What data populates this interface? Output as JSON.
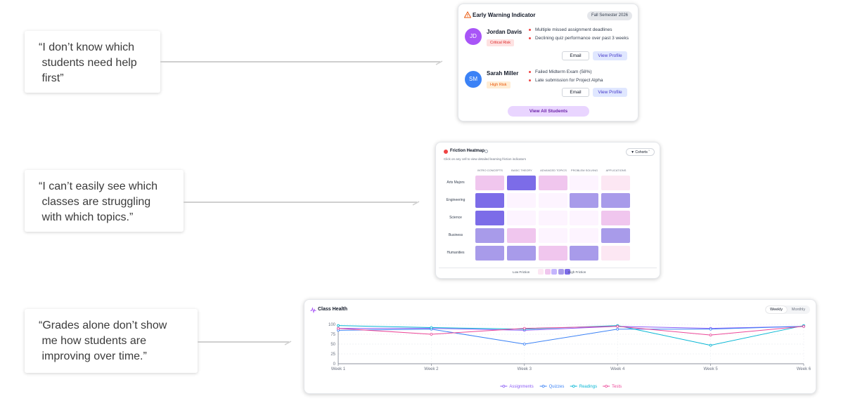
{
  "quotes": {
    "q1": "“I don’t know which\n students need help\n first”",
    "q2": "“I can’t easily see which\n classes are struggling\n with which topics.”",
    "q3": "“Grades alone don’t show\n me how students are\n improving over time.”"
  },
  "early_warning": {
    "title": "Early Warning Indicator",
    "semester": "Fall Semester 2026",
    "warning_icon": "warning-triangle-icon",
    "students": [
      {
        "initials": "JD",
        "name": "Jordan Davis",
        "risk": "Critical Risk",
        "avatar_color": "#a855f7",
        "risk_bg": "#fee2e2",
        "risk_color": "#dc2626",
        "issues": [
          "Multiple missed assignment deadlines",
          "Declining quiz performance over past 3 weeks"
        ],
        "email_label": "Email",
        "profile_label": "View Profile"
      },
      {
        "initials": "SM",
        "name": "Sarah Miller",
        "risk": "High Risk",
        "avatar_color": "#3b82f6",
        "risk_bg": "#ffedd5",
        "risk_color": "#ea580c",
        "issues": [
          "Failed Midterm Exam (58%)",
          "Late submission for Project Alpha"
        ],
        "email_label": "Email",
        "profile_label": "View Profile"
      }
    ],
    "view_all_label": "View All Students"
  },
  "heatmap": {
    "title": "Friction Heatmap",
    "subtitle": "Click on any cell to view detailed learning friction indicators",
    "cohorts_label": "Cohorts",
    "columns": [
      "INTRO CONCEPTS",
      "BASIC THEORY",
      "ADVANCED TOPICS",
      "PROBLEM SOLVING",
      "APPLICATIONS"
    ],
    "rows": [
      "Arts Majors",
      "Engineering",
      "Science",
      "Business",
      "Humanities"
    ],
    "levels": [
      [
        2,
        5,
        2,
        0,
        1
      ],
      [
        5,
        0,
        0,
        4,
        4
      ],
      [
        5,
        0,
        0,
        0,
        2
      ],
      [
        4,
        2,
        0,
        0,
        4
      ],
      [
        4,
        4,
        2,
        4,
        1
      ]
    ],
    "palette": [
      "#fdf4ff",
      "#fce7f3",
      "#f0c6ee",
      "#c4b5fd",
      "#a89bea",
      "#7c6ce8"
    ],
    "legend_low": "Low Friction",
    "legend_high": "High Friction",
    "legend_swatches": [
      "#fce7f3",
      "#f0c6ee",
      "#c4b5fd",
      "#a89bea",
      "#7c6ce8"
    ]
  },
  "class_health": {
    "title": "Class Health",
    "toggle": {
      "weekly": "Weekly",
      "monthly": "Monthly",
      "active": "Weekly"
    }
  },
  "chart_data": {
    "type": "line",
    "title": "Class Health",
    "x": [
      "Week 1",
      "Week 2",
      "Week 3",
      "Week 4",
      "Week 5",
      "Week 6"
    ],
    "ylim": [
      0,
      100
    ],
    "yticks": [
      0,
      25,
      50,
      75,
      100
    ],
    "grid": true,
    "legend_position": "bottom",
    "series": [
      {
        "name": "Assignments",
        "color": "#8b5cf6",
        "values": [
          90,
          90,
          85,
          95,
          90,
          95
        ]
      },
      {
        "name": "Quizzes",
        "color": "#3b82f6",
        "values": [
          85,
          88,
          50,
          88,
          88,
          95
        ]
      },
      {
        "name": "Readings",
        "color": "#06b6d4",
        "values": [
          97,
          92,
          88,
          97,
          47,
          97
        ]
      },
      {
        "name": "Tests",
        "color": "#ec4899",
        "values": [
          90,
          75,
          90,
          95,
          73,
          95
        ]
      }
    ]
  }
}
